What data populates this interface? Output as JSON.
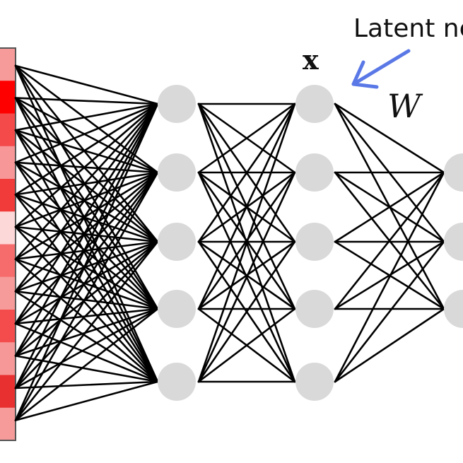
{
  "annotations": {
    "latent_label": "Latent ne",
    "x_label": "x",
    "w_label": "W"
  },
  "colors": {
    "edge": "#000000",
    "node": "#d9d9d9",
    "arrow": "#5a78e6",
    "bar_border": "#555555"
  },
  "input_vector": {
    "cell_colors": [
      "#f79a9a",
      "#ff0000",
      "#f44a4a",
      "#f79797",
      "#f13a3a",
      "#fdd8d8",
      "#f66c6c",
      "#f79a9a",
      "#f44c4c",
      "#f79898",
      "#e83030",
      "#f79a9a"
    ]
  },
  "network": {
    "layers": [
      {
        "name": "input-anchors",
        "count": 12
      },
      {
        "name": "hidden-1",
        "count": 5
      },
      {
        "name": "latent-x",
        "count": 5
      },
      {
        "name": "output",
        "count": 3
      }
    ],
    "connectivity": "fully-connected"
  }
}
